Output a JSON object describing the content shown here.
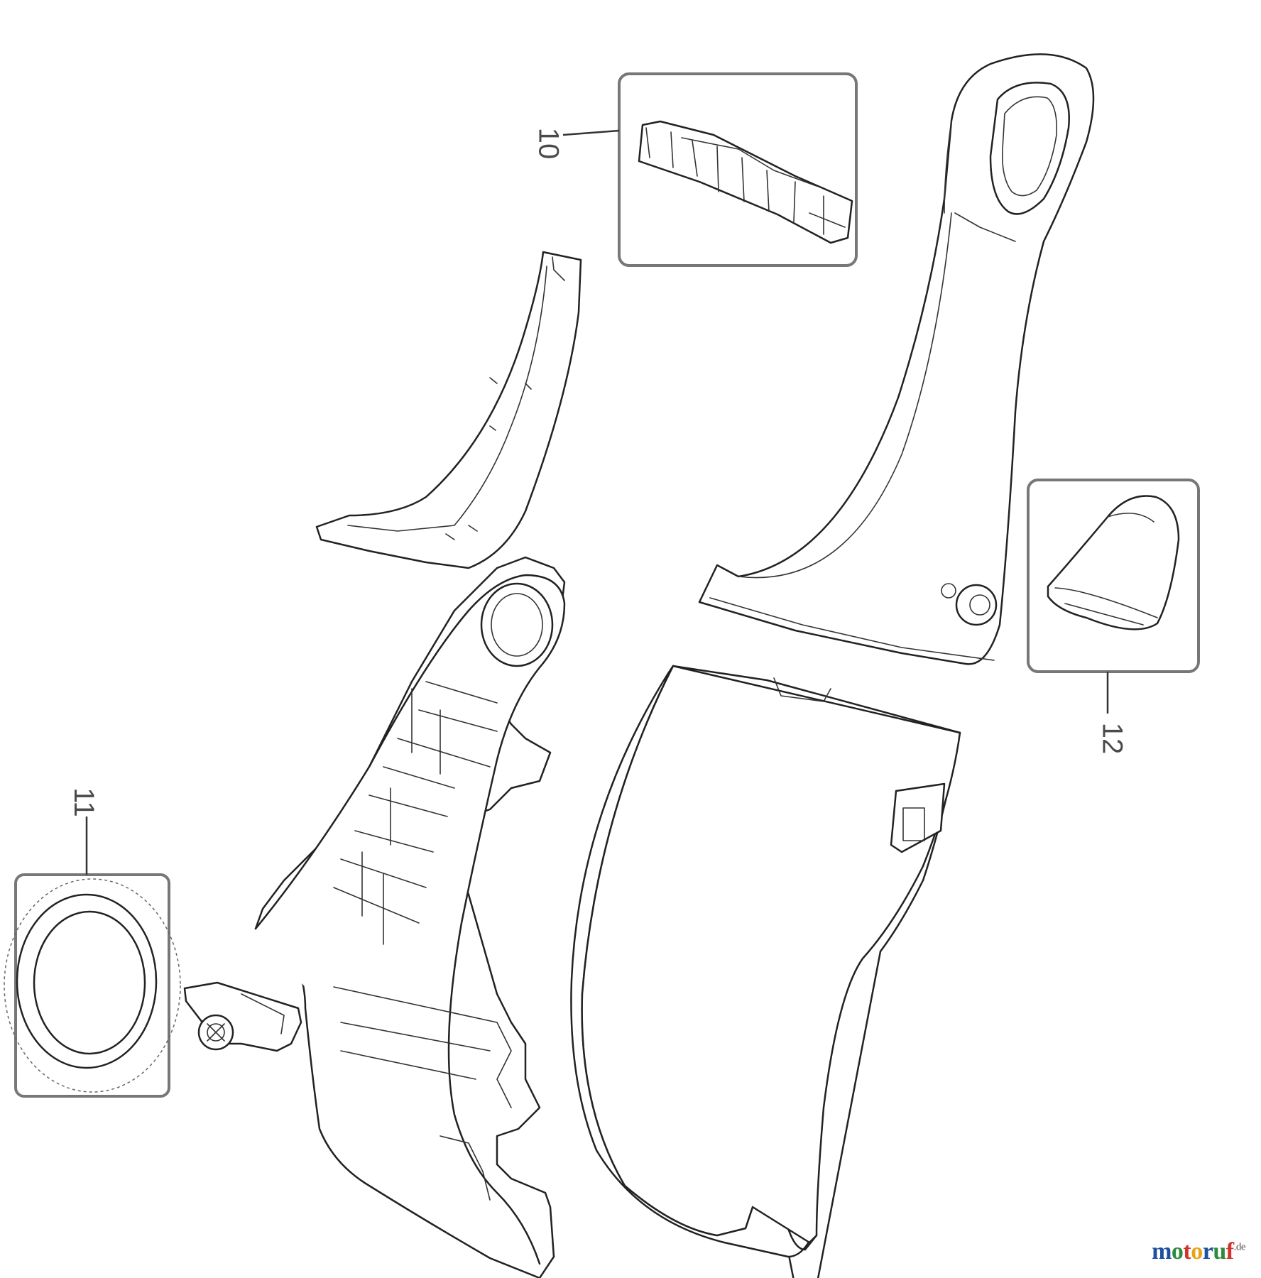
{
  "diagram": {
    "callouts": [
      {
        "id": "10",
        "text": "10"
      },
      {
        "id": "11",
        "text": "11"
      },
      {
        "id": "12",
        "text": "12"
      }
    ],
    "watermark": {
      "main": "motoruf",
      "suffix": ".de",
      "colors": [
        "#1f4fa0",
        "#2e8b3a",
        "#d0342c",
        "#e6a317",
        "#1f4fa0",
        "#2e8b3a",
        "#d0342c"
      ]
    },
    "line_color": "#222222",
    "box_color": "#777777"
  }
}
